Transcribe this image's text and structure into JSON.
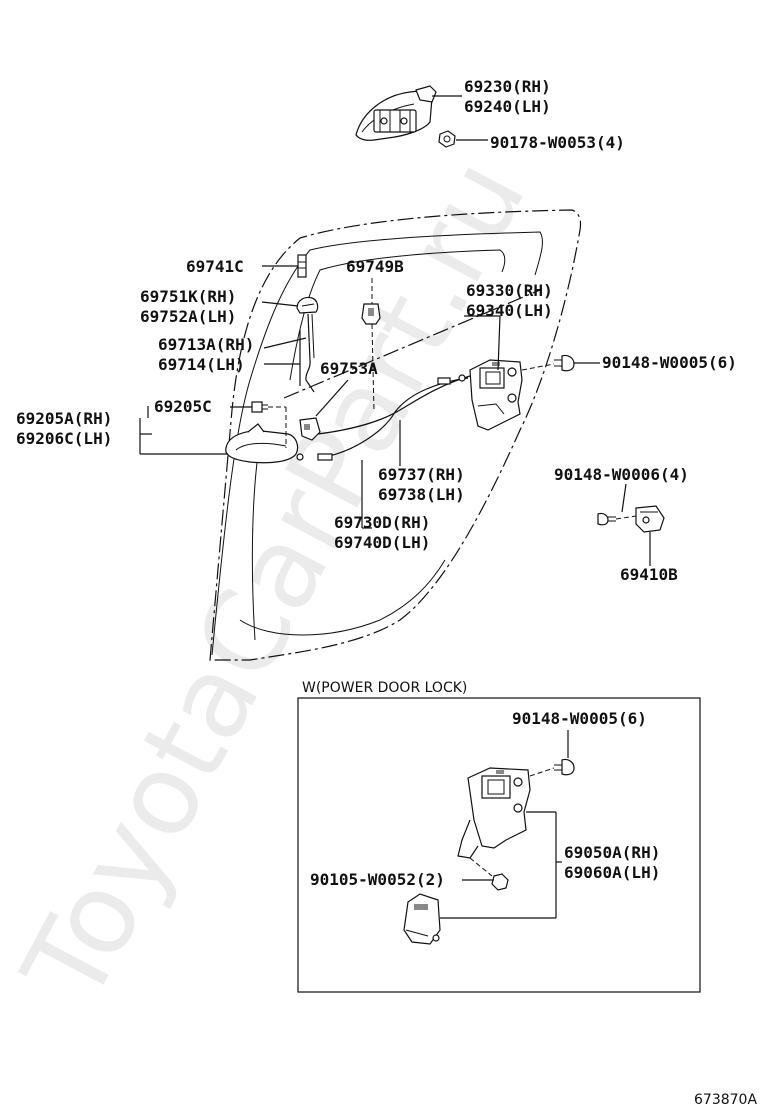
{
  "watermark": "ToyotaCarPart.ru",
  "labels": {
    "p69230": "69230(RH)",
    "p69240": "69240(LH)",
    "p90178": "90178-W0053(4)",
    "p69741C": "69741C",
    "p69749B": "69749B",
    "p69751K": "69751K(RH)",
    "p69752A": "69752A(LH)",
    "p69330": "69330(RH)",
    "p69340": "69340(LH)",
    "p69713A": "69713A(RH)",
    "p69714": "69714(LH)",
    "p90148_5": "90148-W0005(6)",
    "p69753A": "69753A",
    "p69205A": "69205A(RH)",
    "p69206C": "69206C(LH)",
    "p69205C": "69205C",
    "p90148_6": "90148-W0006(4)",
    "p69737": "69737(RH)",
    "p69738": "69738(LH)",
    "p69730D": "69730D(RH)",
    "p69740D": "69740D(LH)",
    "p69410B": "69410B",
    "inset_title": "W(POWER DOOR LOCK)",
    "p90148_5b": "90148-W0005(6)",
    "p69050A": "69050A(RH)",
    "p69060A": "69060A(LH)",
    "p90105": "90105-W0052(2)",
    "figure_id": "673870A"
  }
}
